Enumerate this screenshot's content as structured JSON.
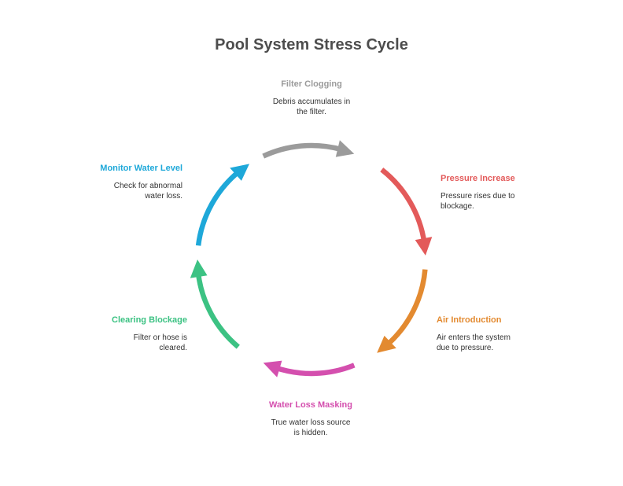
{
  "title": "Pool System Stress Cycle",
  "colors": {
    "title": "#4d4d4d",
    "description": "#333333"
  },
  "steps": [
    {
      "id": "filter-clogging",
      "name": "Filter Clogging",
      "description": "Debris accumulates in\nthe filter.",
      "color": "#9b9b9b"
    },
    {
      "id": "pressure-increase",
      "name": "Pressure Increase",
      "description": "Pressure rises due to\nblockage.",
      "color": "#e35a5a"
    },
    {
      "id": "air-introduction",
      "name": "Air Introduction",
      "description": "Air enters the system\ndue to pressure.",
      "color": "#e38a30"
    },
    {
      "id": "water-loss-masking",
      "name": "Water Loss\nMasking",
      "description": "True water loss source\nis hidden.",
      "color": "#d44fae"
    },
    {
      "id": "clearing-blockage",
      "name": "Clearing Blockage",
      "description": "Filter or hose is\ncleared.",
      "color": "#3cc283"
    },
    {
      "id": "monitor-water-level",
      "name": "Monitor Water\nLevel",
      "description": "Check for abnormal\nwater loss.",
      "color": "#1ea8d9"
    }
  ]
}
